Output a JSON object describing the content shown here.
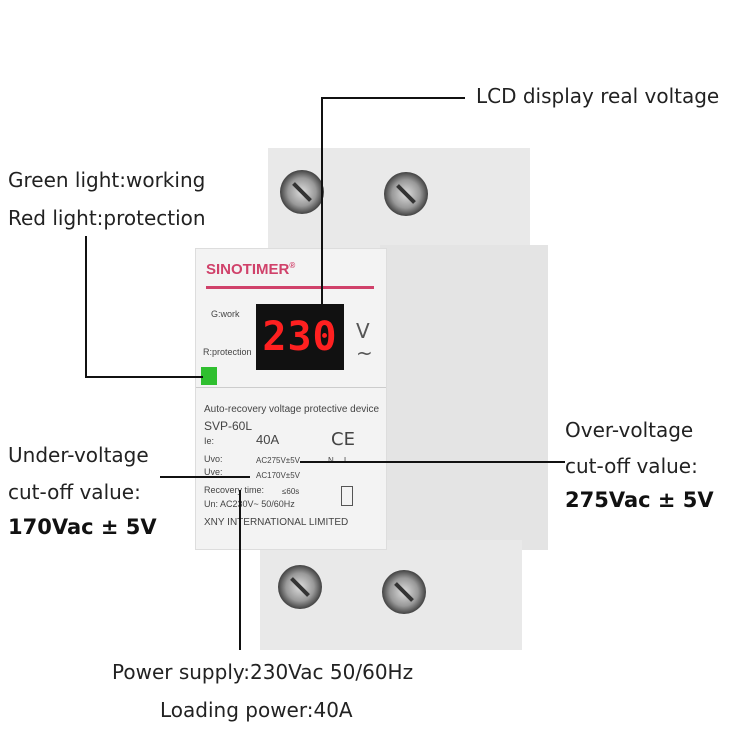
{
  "callouts": {
    "lcd": "LCD display real voltage",
    "light_green": "Green light:working",
    "light_red": "Red light:protection",
    "under_1": "Under-voltage",
    "under_2": "cut-off value:",
    "under_value": "170Vac ± 5V",
    "over_1": "Over-voltage",
    "over_2": "cut-off value:",
    "over_value": "275Vac ± 5V",
    "power": "Power supply:230Vac 50/60Hz",
    "loading": "Loading power:40A"
  },
  "device": {
    "brand": "SINOTIMER",
    "reg": "®",
    "g_work": "G:work",
    "r_protection": "R:protection",
    "display_value": "230",
    "unit": "V",
    "ac": "~",
    "description": "Auto-recovery voltage protective device",
    "model": "SVP-60L",
    "ie_label": "Ie:",
    "ie_value": "40A",
    "uvo_label": "Uvo:",
    "uvo_value": "AC275V±5V",
    "uve_label": "Uve:",
    "uve_value": "AC170V±5V",
    "recovery_label": "Recovery time:",
    "recovery_value": "≤60s",
    "un": "Un: AC230V~ 50/60Hz",
    "maker": "XNY INTERNATIONAL LIMITED",
    "ce": "CE",
    "n": "N",
    "l": "L"
  },
  "colors": {
    "brand": "#d0416a",
    "led": "#2fbf2f",
    "display": "#ff2020"
  }
}
